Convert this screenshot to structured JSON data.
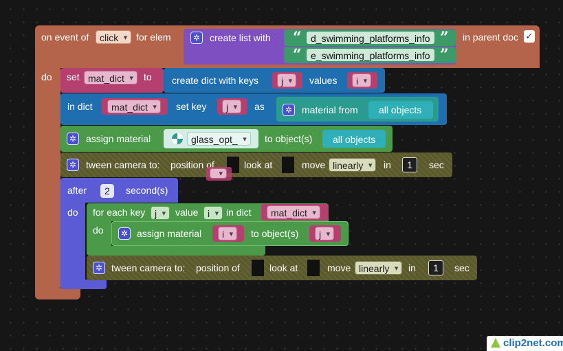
{
  "event_block": {
    "on_event_of": "on event of",
    "event": "click",
    "for_elem": "for elem",
    "in_parent_doc": "in parent doc",
    "checked": "✓",
    "do": "do"
  },
  "create_list": {
    "label": "create list with",
    "items": [
      "d_swimming_platforms_info",
      "e_swimming_platforms_info"
    ]
  },
  "set_block": {
    "set": "set",
    "var": "mat_dict",
    "to": "to",
    "create_dict": "create dict with keys",
    "keys_var": "j",
    "values_label": "values",
    "values_var": "i"
  },
  "in_dict_block": {
    "in_dict": "in dict",
    "dict_var": "mat_dict",
    "set_key": "set key",
    "key_var": "j",
    "as": "as",
    "material_from": "material from",
    "all_objects": "all objects"
  },
  "assign_block": {
    "label": "assign material",
    "material": "glass_opt_",
    "to_objects": "to object(s)",
    "all_objects": "all objects"
  },
  "tween1": {
    "label": "tween camera to:",
    "position_of": "position of",
    "look_at": "look at",
    "move": "move",
    "easing": "linearly",
    "in": "in",
    "duration": "1",
    "sec": "sec"
  },
  "after_block": {
    "after": "after",
    "seconds": "2",
    "seconds_label": "second(s)",
    "do": "do"
  },
  "foreach_block": {
    "for_each_key": "for each key",
    "key_var": "j",
    "value": "value",
    "value_var": "i",
    "in_dict": "in dict",
    "dict_var": "mat_dict",
    "do": "do"
  },
  "inner_assign": {
    "label": "assign material",
    "material_var": "i",
    "to_objects": "to object(s)",
    "objects_var": "j"
  },
  "tween2": {
    "label": "tween camera to:",
    "position_of": "position of",
    "look_at": "look at",
    "move": "move",
    "easing": "linearly",
    "in": "in",
    "duration": "1",
    "sec": "sec"
  },
  "watermark": {
    "text": "clip2net.com"
  },
  "colors": {
    "event": "#b3644a",
    "list": "#7d4fc1",
    "string": "#3c9a68",
    "variable_set": "#b5406f",
    "dict": "#1f6fb0",
    "material": "#2b9a8f",
    "assign": "#4a9a4a",
    "tween": "#5b5a2c",
    "after": "#5b5bd6"
  }
}
